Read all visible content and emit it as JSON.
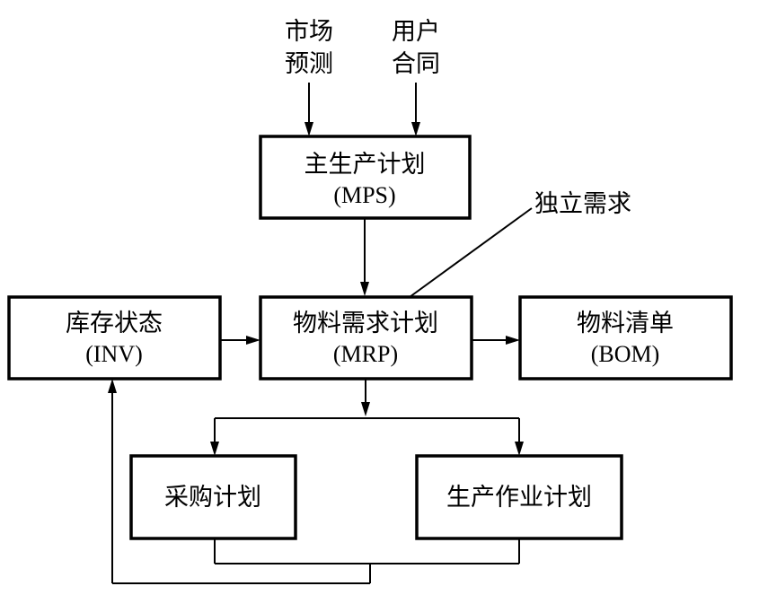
{
  "inputs": {
    "market_forecast": [
      "市场",
      "预测"
    ],
    "user_contract": [
      "用户",
      "合同"
    ]
  },
  "mps": {
    "title": "主生产计划",
    "abbr": "(MPS)"
  },
  "independent_demand": "独立需求",
  "inv": {
    "title": "库存状态",
    "abbr": "(INV)"
  },
  "mrp": {
    "title": "物料需求计划",
    "abbr": "(MRP)"
  },
  "bom": {
    "title": "物料清单",
    "abbr": "(BOM)"
  },
  "purchase_plan": "采购计划",
  "production_plan": "生产作业计划"
}
